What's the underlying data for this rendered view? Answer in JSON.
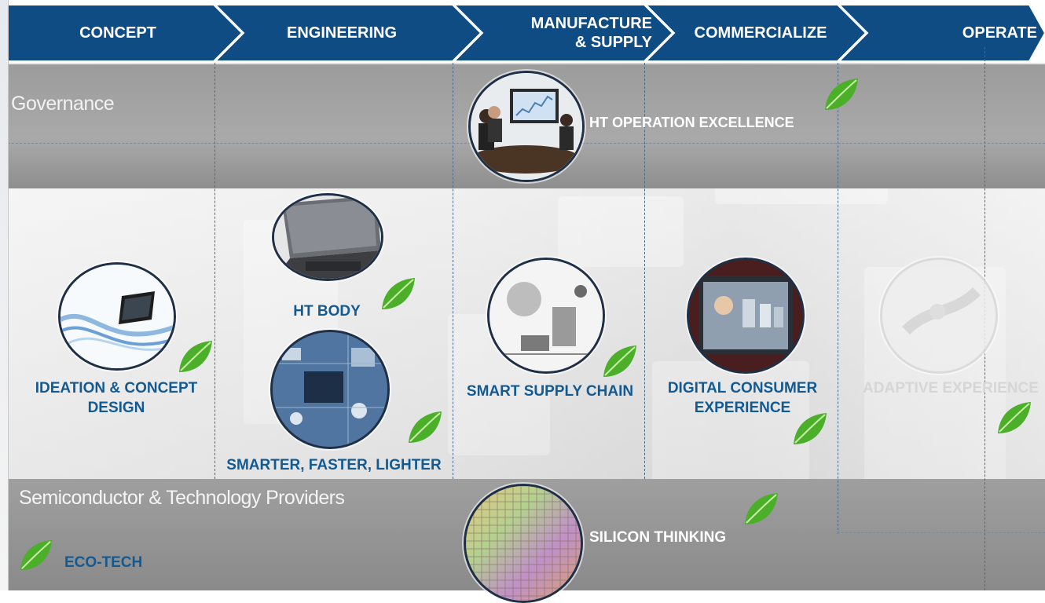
{
  "stages": [
    {
      "id": "concept",
      "label": "CONCEPT"
    },
    {
      "id": "engineering",
      "label": "ENGINEERING"
    },
    {
      "id": "manufacture",
      "label": "MANUFACTURE\n& SUPPLY"
    },
    {
      "id": "commercialize",
      "label": "COMMERCIALIZE"
    },
    {
      "id": "operate",
      "label": "OPERATE"
    }
  ],
  "bands": {
    "governance": "Governance",
    "semiconductor": "Semiconductor & Technology Providers"
  },
  "nodes": {
    "operation_excellence": "HT OPERATION EXCELLENCE",
    "ideation": "IDEATION & CONCEPT\nDESIGN",
    "ht_body": "HT BODY",
    "smarter": "SMARTER, FASTER, LIGHTER",
    "supply_chain": "SMART SUPPLY CHAIN",
    "digital_consumer": "DIGITAL CONSUMER\nEXPERIENCE",
    "adaptive": "ADAPTIVE EXPERIENCE",
    "silicon": "SILICON THINKING",
    "eco_tech": "ECO-TECH"
  },
  "colors": {
    "stage_blue": "#0f4c84",
    "label_blue": "#135a92",
    "leaf_green": "#4caf2a"
  },
  "icons": [
    "leaf-icon"
  ]
}
